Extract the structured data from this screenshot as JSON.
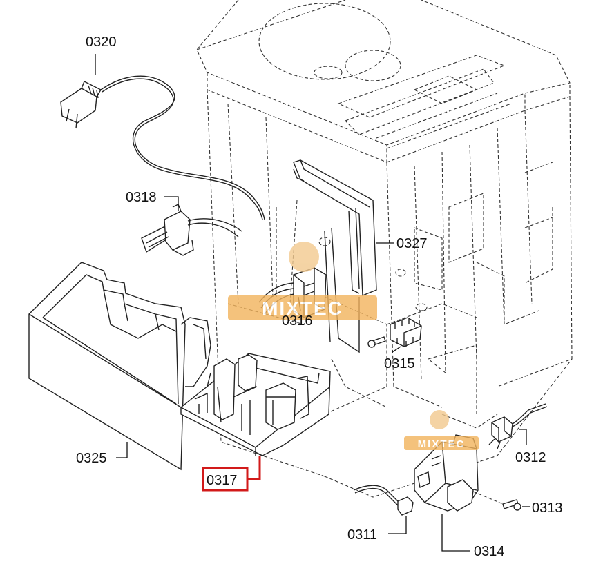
{
  "diagram": {
    "labels": {
      "p0320": "0320",
      "p0318": "0318",
      "p0327": "0327",
      "p0316": "0316",
      "p0315": "0315",
      "p0325": "0325",
      "p0317": "0317",
      "p0312": "0312",
      "p0313": "0313",
      "p0311": "0311",
      "p0314": "0314"
    },
    "highlighted_part": "0317",
    "highlight_color": "#d21a1a",
    "watermark": {
      "text": "MIXTEC",
      "color": "#f2b35c"
    }
  }
}
